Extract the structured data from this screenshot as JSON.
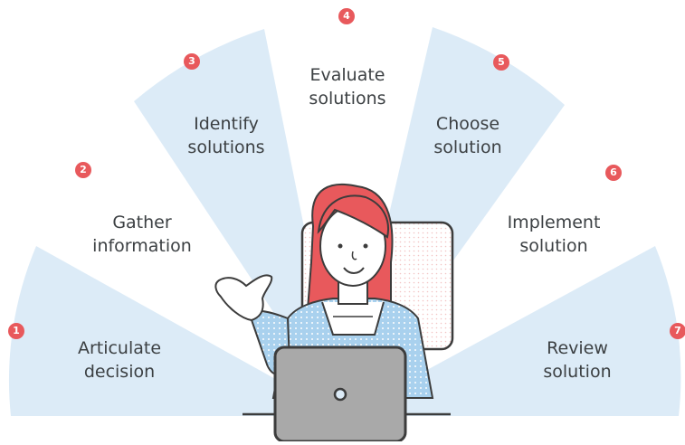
{
  "steps": [
    {
      "number": "1",
      "line1": "Articulate",
      "line2": "decision"
    },
    {
      "number": "2",
      "line1": "Gather",
      "line2": "information"
    },
    {
      "number": "3",
      "line1": "Identify",
      "line2": "solutions"
    },
    {
      "number": "4",
      "line1": "Evaluate",
      "line2": "solutions"
    },
    {
      "number": "5",
      "line1": "Choose",
      "line2": "solution"
    },
    {
      "number": "6",
      "line1": "Implement",
      "line2": "solution"
    },
    {
      "number": "7",
      "line1": "Review",
      "line2": "solution"
    }
  ],
  "colors": {
    "wedge": "#dcebf7",
    "badge": "#e8595c",
    "hair": "#e8595c",
    "outline": "#3c3c3c",
    "laptop": "#a9a9a9",
    "shirt": "#a9d1ee"
  }
}
